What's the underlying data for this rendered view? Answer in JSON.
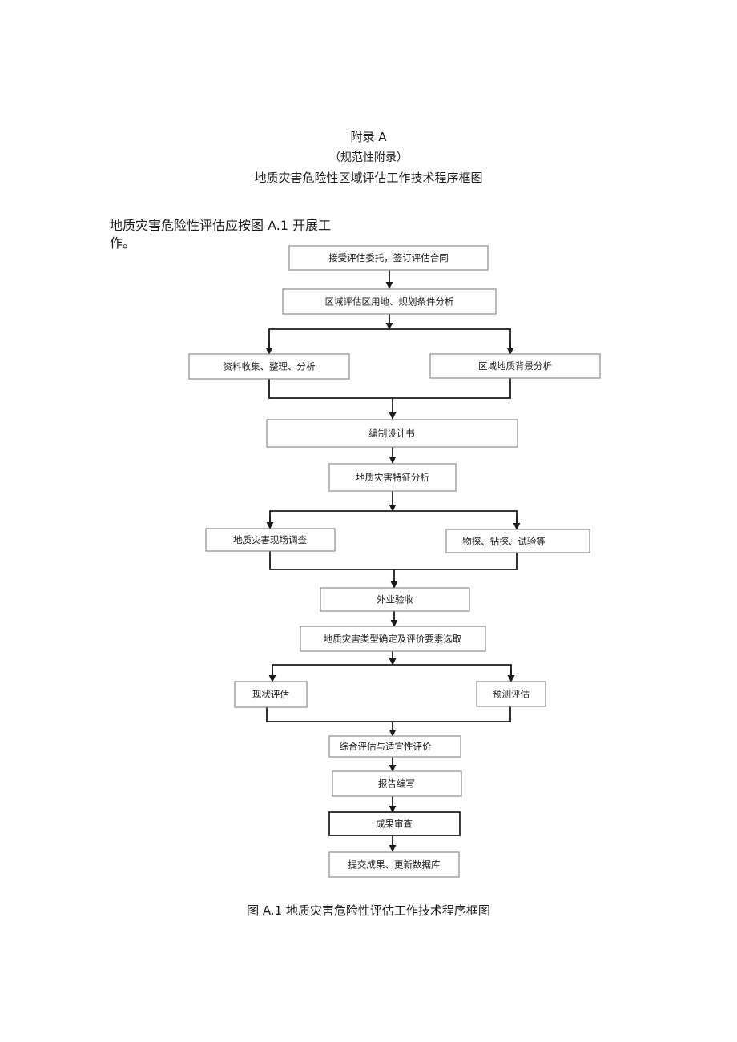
{
  "appendix": {
    "label": "附录 A",
    "normative": "（规范性附录）",
    "title": "地质灾害危险性区域评估工作技术程序框图"
  },
  "intro": "地质灾害危险性评估应按图 A.1 开展工作。",
  "flow": {
    "contract": "接受评估委托，签订评估合同",
    "land_use": "区域评估区用地、规划条件分析",
    "data_collection": "资料收集、整理、分析",
    "geo_background": "区域地质背景分析",
    "design_doc": "编制设计书",
    "hazard_features": "地质灾害特征分析",
    "field_survey": "地质灾害现场调查",
    "exploration": "物探、钻探、试验等",
    "field_acceptance": "外业验收",
    "type_factors": "地质灾害类型确定及评价要素选取",
    "current_assessment": "现状评估",
    "predictive_assessment": "预测评估",
    "comprehensive": "综合评估与适宜性评价",
    "report": "报告编写",
    "review": "成果审查",
    "submit": "提交成果、更新数据库"
  },
  "caption": "图 A.1 地质灾害危险性评估工作技术程序框图"
}
